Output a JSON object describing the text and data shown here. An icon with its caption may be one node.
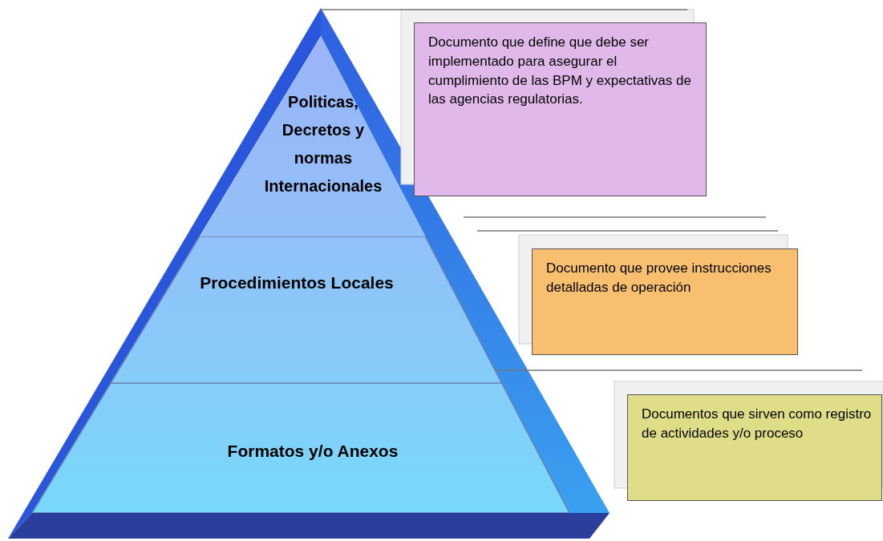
{
  "diagram": {
    "nodes": [
      {
        "text": [
          "Politicas, Decretos y normas Internacionales"
        ]
      },
      {
        "text": [
          "Procedimientos Locales"
        ]
      },
      {
        "text": [
          "Formatos y/o Anexos"
        ]
      },
      {
        "text": [
          "Documento que define que debe ser implementado para asegurar el cumplimiento de las BPM y expectativas de las agencias regulatorias."
        ]
      },
      {
        "text": [
          "Documento que provee instrucciones detalladas de operación"
        ]
      },
      {
        "text": [
          "Documentos que sirven como registro de actividades y/o proceso"
        ]
      }
    ]
  }
}
